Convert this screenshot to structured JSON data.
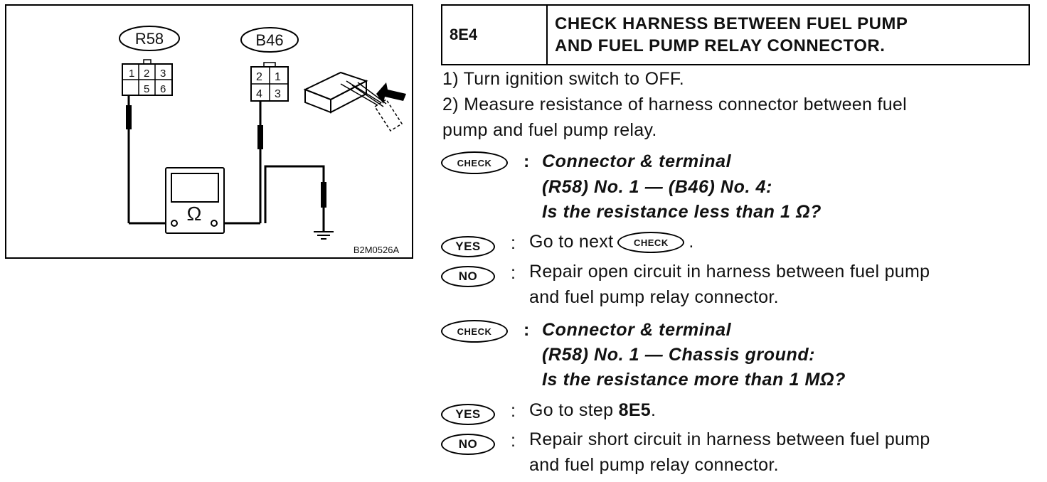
{
  "figure": {
    "connector_left": "R58",
    "connector_right": "B46",
    "pins_left": [
      "1",
      "2",
      "3",
      "5",
      "6"
    ],
    "pins_right": [
      "2",
      "1",
      "4",
      "3"
    ],
    "meter_symbol": "Ω",
    "figure_code": "B2M0526A"
  },
  "step": {
    "number": "8E4",
    "title_line1": "CHECK HARNESS BETWEEN FUEL PUMP",
    "title_line2": "AND FUEL PUMP RELAY CONNECTOR."
  },
  "instructions": {
    "line1": "1)  Turn ignition switch to OFF.",
    "line2": "2)  Measure resistance of harness connector between fuel",
    "line3": "pump and fuel pump relay."
  },
  "badges": {
    "check": "CHECK",
    "yes": "YES",
    "no": "NO"
  },
  "check1": {
    "colon": ":",
    "line1": "Connector & terminal",
    "line2": "(R58) No. 1 — (B46) No. 4:",
    "line3": "Is the resistance less than 1 Ω?",
    "yes_prefix": "Go to next",
    "yes_suffix": ".",
    "no_line1": "Repair open circuit in harness between fuel pump",
    "no_line2": "and fuel pump relay connector."
  },
  "check2": {
    "colon": ":",
    "line1": "Connector & terminal",
    "line2": "(R58) No. 1 — Chassis ground:",
    "line3": "Is the resistance more than 1 MΩ?",
    "yes_prefix": "Go to step",
    "yes_step": "8E5",
    "yes_suffix": ".",
    "no_line1": "Repair short circuit in harness between fuel pump",
    "no_line2": "and fuel pump relay connector."
  },
  "colon_plain": ":"
}
